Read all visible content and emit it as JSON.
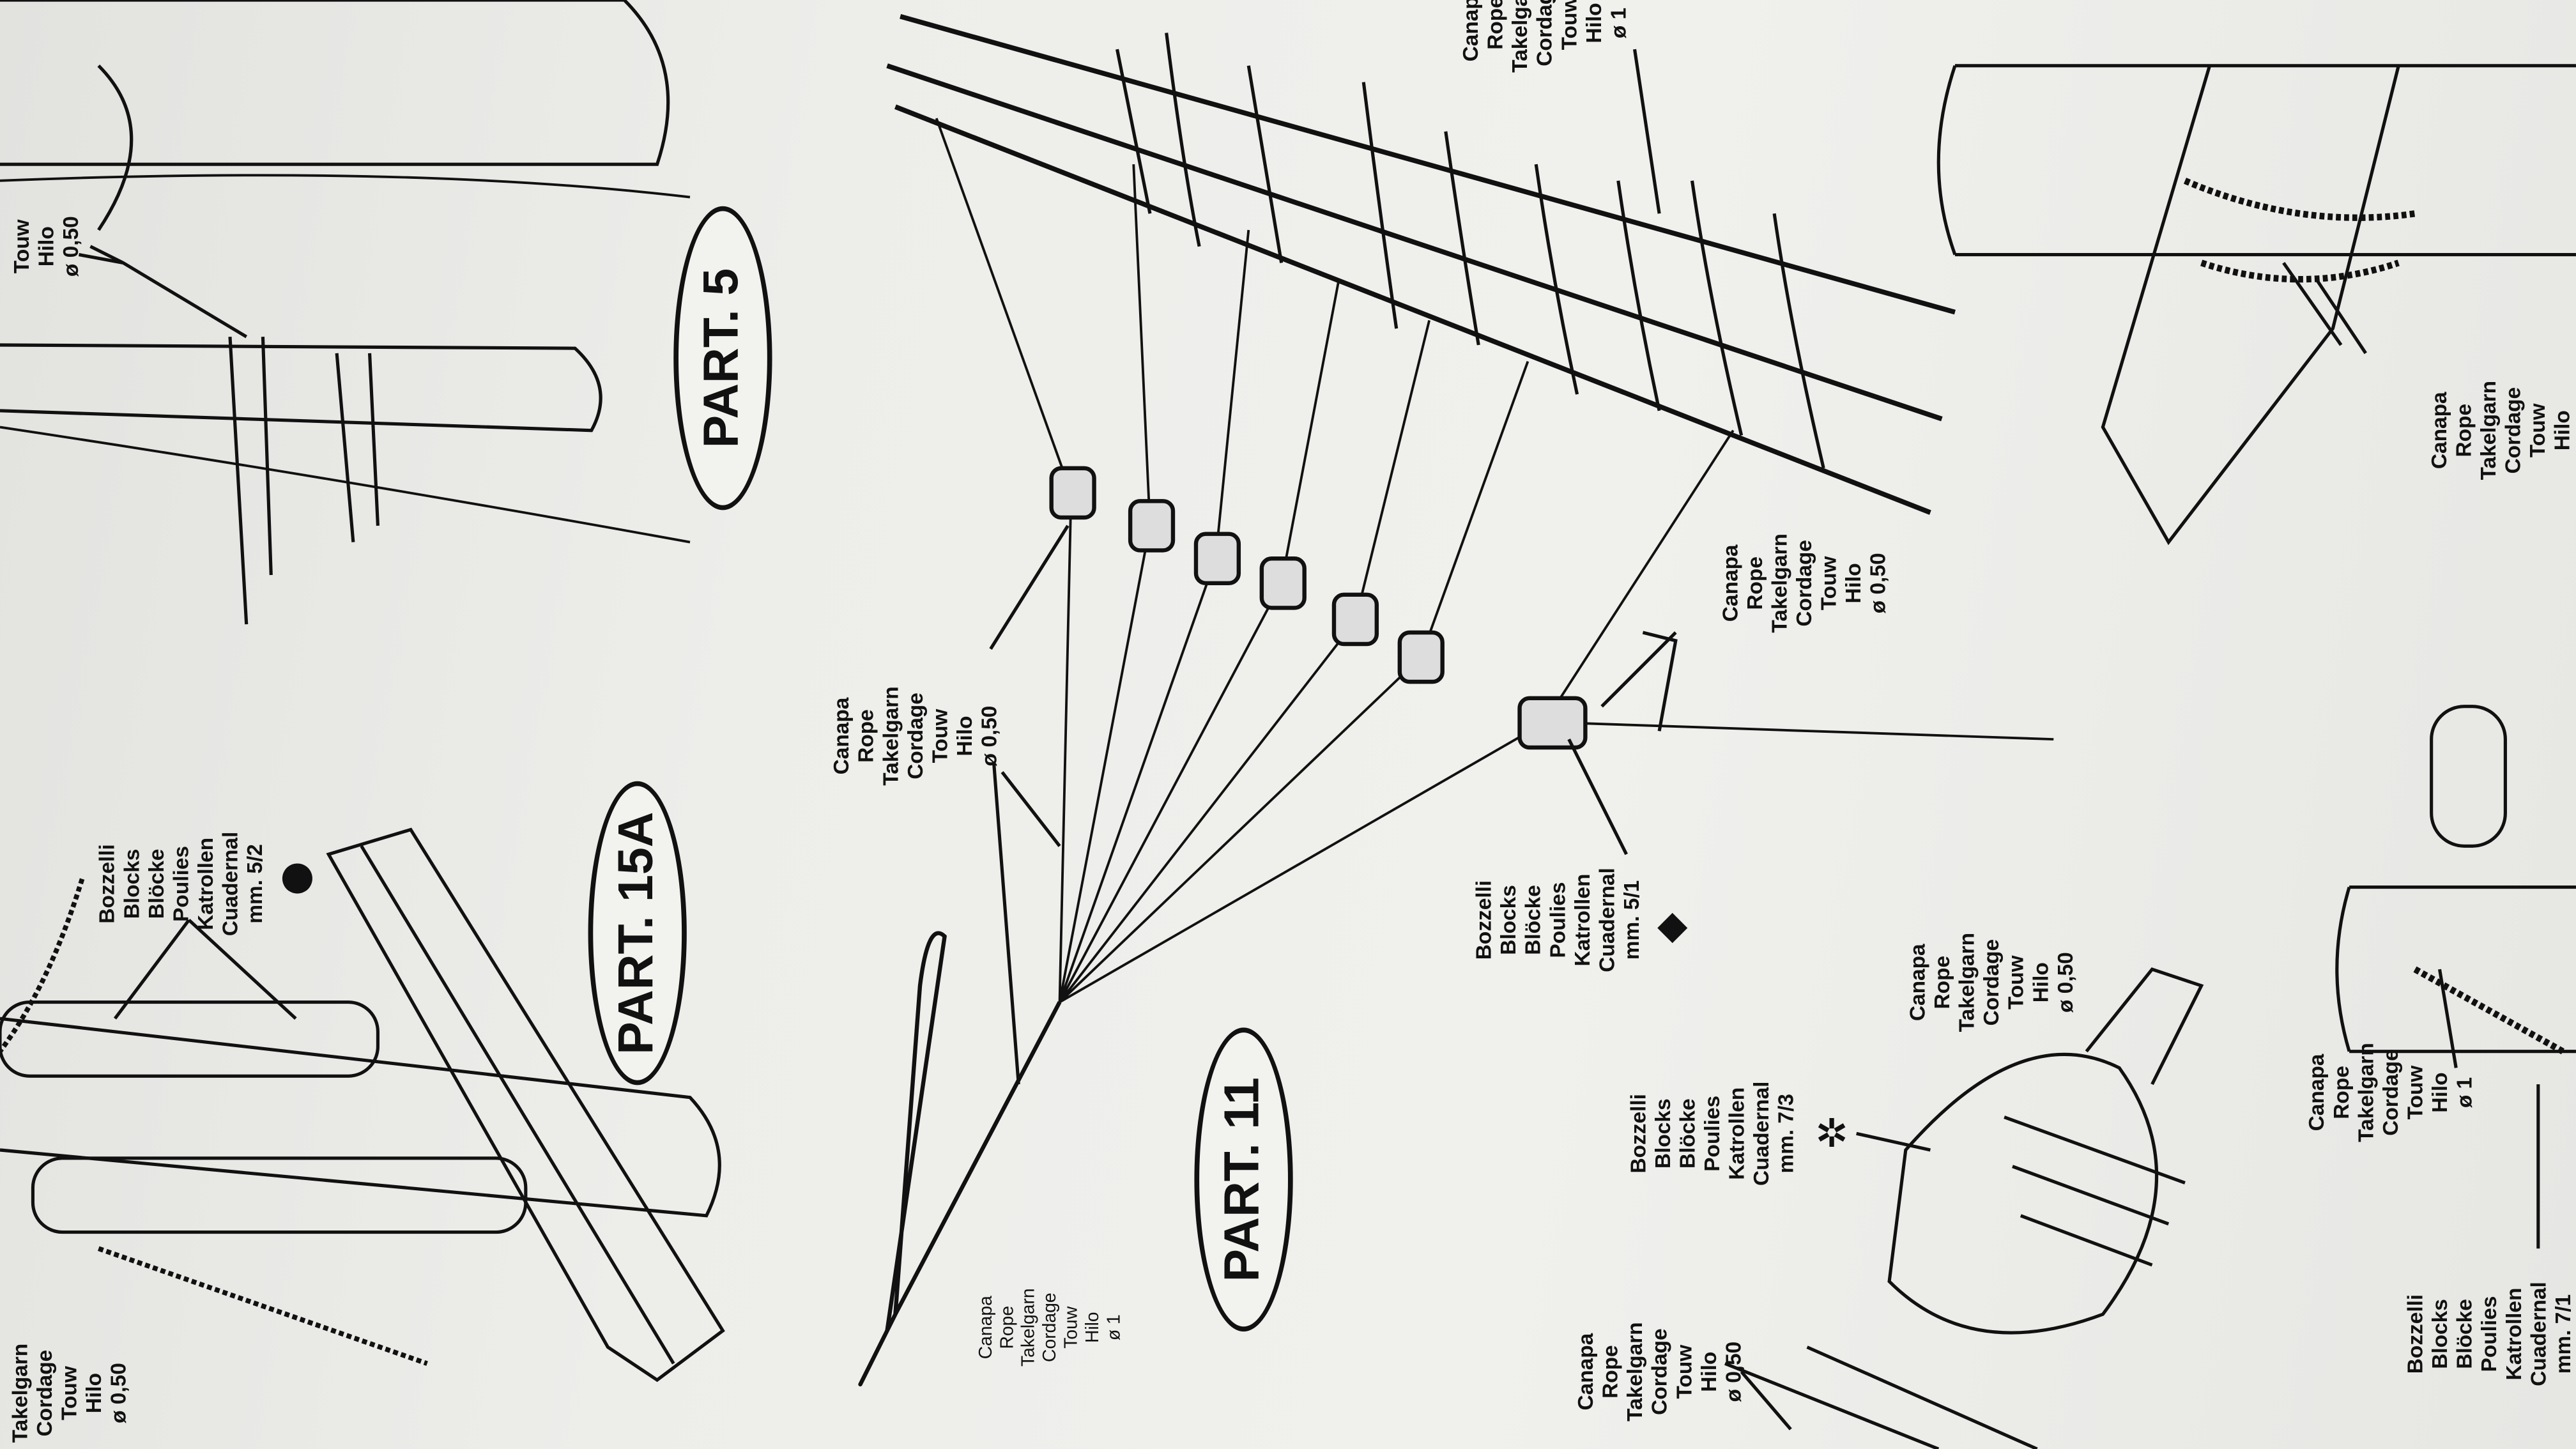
{
  "parts": [
    {
      "id": "part-5",
      "label": "PART. 5"
    },
    {
      "id": "part-15a",
      "label": "PART. 15A"
    },
    {
      "id": "part-11",
      "label": "PART. 11"
    }
  ],
  "labels": [
    {
      "id": "rope-label-top-left",
      "lines": [
        "Touw",
        "Hilo",
        "ø 0,50"
      ]
    },
    {
      "id": "blocks-label-5-2",
      "lines": [
        "Bozzelli",
        "Blocks",
        "Blöcke",
        "Poulies",
        "Katrollen",
        "Cuadernal",
        "mm. 5/2"
      ],
      "symbol": "●"
    },
    {
      "id": "rope-label-center",
      "lines": [
        "Canapa",
        "Rope",
        "Takelgarn",
        "Cordage",
        "Touw",
        "Hilo",
        "ø 0,50"
      ]
    },
    {
      "id": "blocks-label-5-1",
      "lines": [
        "Bozzelli",
        "Blocks",
        "Blöcke",
        "Poulies",
        "Katrollen",
        "Cuadernal",
        "mm. 5/1"
      ],
      "symbol": "◆"
    },
    {
      "id": "rope-label-right-center",
      "lines": [
        "Canapa",
        "Rope",
        "Takelgarn",
        "Cordage",
        "Touw",
        "Hilo",
        "ø 0,50"
      ]
    },
    {
      "id": "rope-label-bottom-loop",
      "lines": [
        "Canapa",
        "Rope",
        "Takelgarn",
        "Cordage",
        "Touw",
        "Hilo",
        "ø 1"
      ],
      "small": true
    },
    {
      "id": "rope-label-top-right",
      "lines": [
        "Canapa",
        "Rope",
        "Takelgarn",
        "Cordage",
        "Touw",
        "Hilo",
        "ø 1"
      ]
    },
    {
      "id": "rope-label-lower-right",
      "lines": [
        "Canapa",
        "Rope",
        "Takelgarn",
        "Cordage",
        "Touw",
        "Hilo",
        "ø 0,50"
      ]
    },
    {
      "id": "blocks-label-7-3",
      "lines": [
        "Bozzelli",
        "Blocks",
        "Blöcke",
        "Poulies",
        "Katrollen",
        "Cuadernal",
        "mm. 7/3"
      ],
      "symbol": "✲"
    },
    {
      "id": "rope-label-far-right",
      "lines": [
        "Canapa",
        "Rope",
        "Takelgarn",
        "Cordage",
        "Touw",
        "Hilo",
        "ø 1"
      ]
    },
    {
      "id": "rope-label-post-right",
      "lines": [
        "Canapa",
        "Rope",
        "Takelgarn",
        "Cordage",
        "Touw",
        "Hilo"
      ]
    },
    {
      "id": "blocks-label-7-1",
      "lines": [
        "Bozzelli",
        "Blocks",
        "Blöcke",
        "Poulies",
        "Katrollen",
        "Cuadernal",
        "mm. 7/1"
      ]
    },
    {
      "id": "rope-label-bottom-center",
      "lines": [
        "Canapa",
        "Rope",
        "Takelgarn",
        "Cordage",
        "Touw",
        "Hilo",
        "ø 0,50"
      ]
    },
    {
      "id": "rope-label-bottom-left",
      "lines": [
        "Takelgarn",
        "Cordage",
        "Touw",
        "Hilo",
        "ø 0,50"
      ]
    }
  ]
}
